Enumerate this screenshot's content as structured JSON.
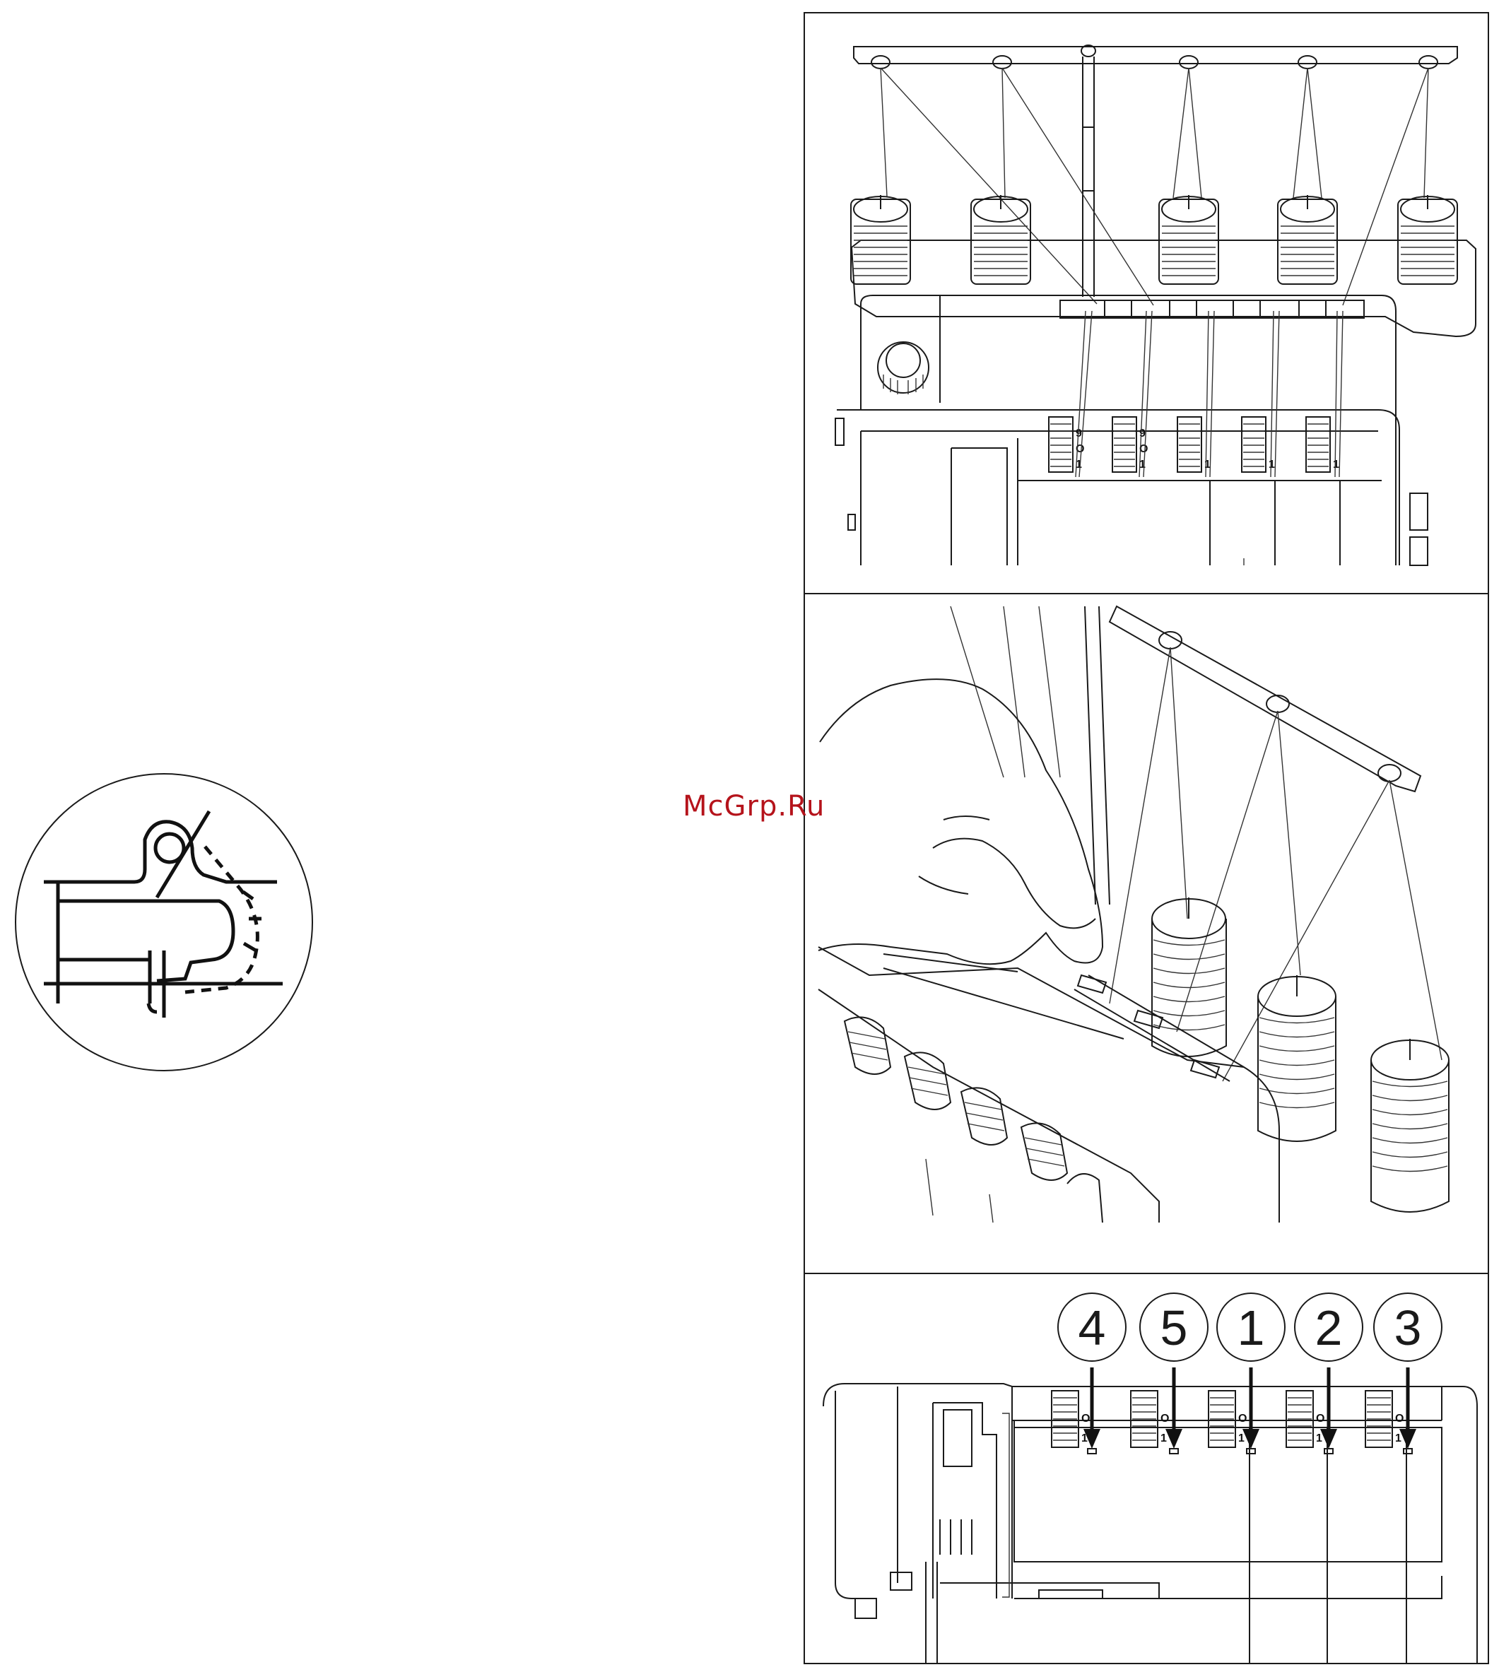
{
  "watermark": "McGrp.Ru",
  "panel_3": {
    "thread_labels": [
      "4",
      "5",
      "1",
      "2",
      "3"
    ]
  },
  "dial_markings": {
    "top_panel": [
      {
        "top": "9",
        "mid": "O",
        "bottom": "1"
      },
      {
        "top": "9",
        "mid": "O",
        "bottom": "1"
      },
      {
        "top": "",
        "mid": "",
        "bottom": "1"
      },
      {
        "top": "",
        "mid": "",
        "bottom": "1"
      },
      {
        "top": "",
        "mid": "",
        "bottom": "1"
      }
    ],
    "bottom_panel": [
      {
        "mid": "O",
        "bottom": "1"
      },
      {
        "mid": "O",
        "bottom": "1"
      },
      {
        "mid": "O",
        "bottom": "1"
      },
      {
        "mid": "O",
        "bottom": "1"
      },
      {
        "mid": "O",
        "bottom": "1"
      }
    ]
  }
}
